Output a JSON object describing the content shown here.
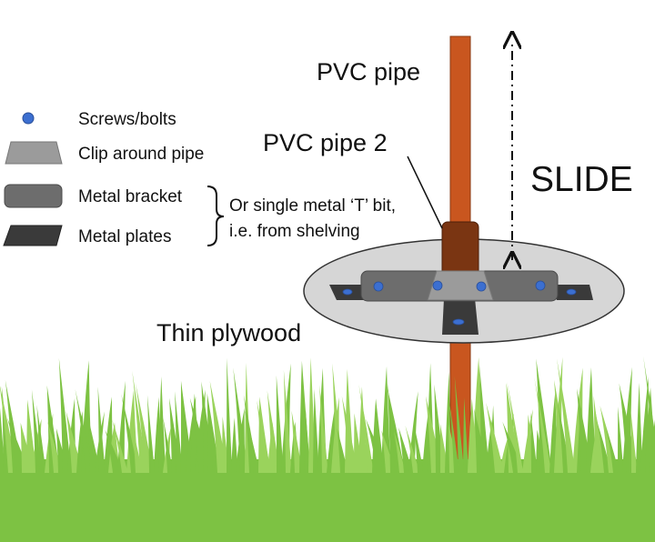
{
  "labels": {
    "pvc_pipe": "PVC pipe",
    "pvc_pipe_2": "PVC pipe 2",
    "slide": "SLIDE",
    "thin_plywood": "Thin plywood"
  },
  "legend": {
    "screws": "Screws/bolts",
    "clip": "Clip around pipe",
    "bracket": "Metal bracket",
    "plates": "Metal plates",
    "note_line1": "Or single metal ‘T’ bit,",
    "note_line2": "i.e. from shelving"
  },
  "colors": {
    "pipe": "#c9561f",
    "pipe_sleeve": "#7a3512",
    "plywood": "#d6d6d6",
    "bracket": "#6d6d6d",
    "clip": "#9b9b9b",
    "plates": "#3a3a3a",
    "screws": "#3c6fd0",
    "grass": "#7dc243",
    "grass_light": "#9ad35c"
  }
}
